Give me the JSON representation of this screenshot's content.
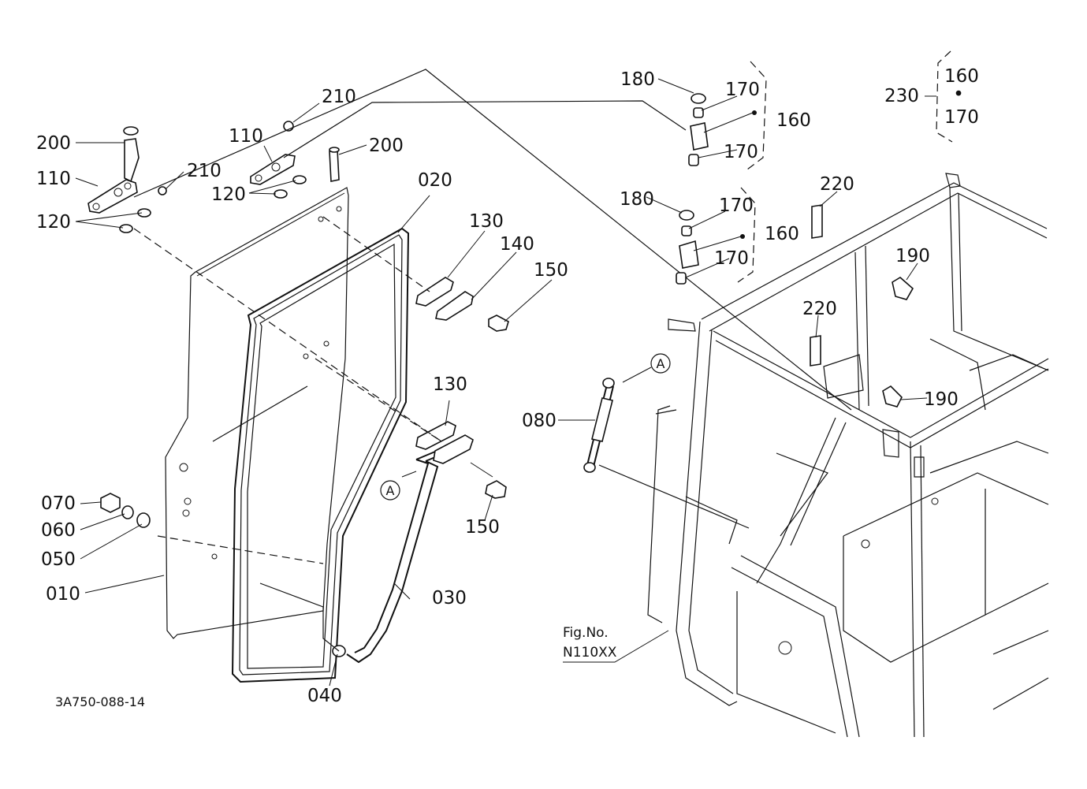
{
  "figure": {
    "code": "3A750-088-14",
    "fig_no_label": "Fig.No.",
    "fig_no_value": "N110XX",
    "reference_marker": "A",
    "group_separator": "•"
  },
  "labels": {
    "p010": "010",
    "p020": "020",
    "p030": "030",
    "p040": "040",
    "p050": "050",
    "p060": "060",
    "p070": "070",
    "p080": "080",
    "p110a": "110",
    "p110b": "110",
    "p120a": "120",
    "p120b": "120",
    "p130a": "130",
    "p130b": "130",
    "p140": "140",
    "p150a": "150",
    "p150b": "150",
    "p160a": "160",
    "p160b": "160",
    "p170a": "170",
    "p170b": "170",
    "p170c": "170",
    "p170d": "170",
    "p180a": "180",
    "p180b": "180",
    "p190a": "190",
    "p190b": "190",
    "p200a": "200",
    "p200b": "200",
    "p210a": "210",
    "p210b": "210",
    "p220a": "220",
    "p220b": "220",
    "p230": "230",
    "p230_member_1": "160",
    "p230_member_2": "170"
  }
}
